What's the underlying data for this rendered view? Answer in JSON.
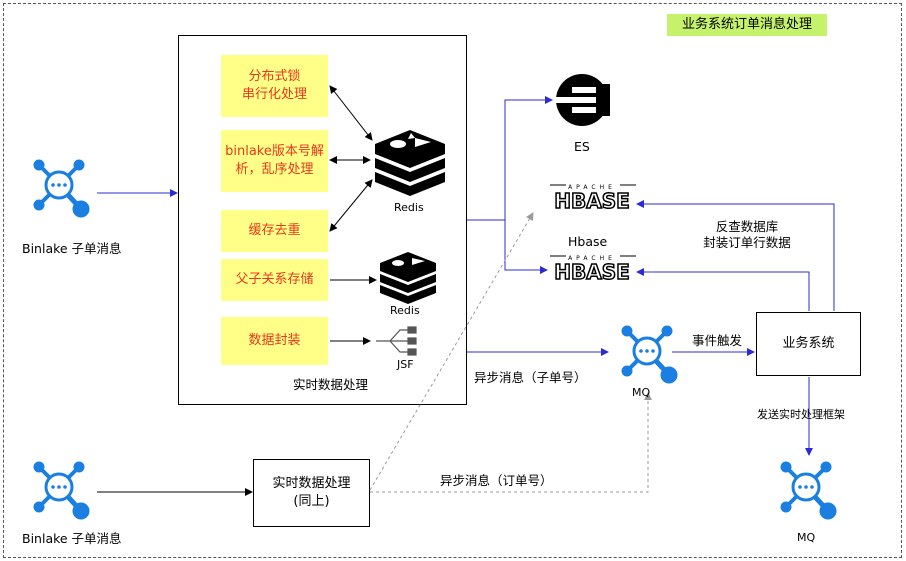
{
  "title": "业务系统订单消息处理",
  "sources": {
    "binlake_top_label": "Binlake 子单消息",
    "binlake_bottom_label": "Binlake 子单消息"
  },
  "main_box": {
    "caption": "实时数据处理",
    "steps": [
      {
        "line1": "分布式锁",
        "line2": "串行化处理"
      },
      {
        "line1": "binlake版本号解",
        "line2": "析，乱序处理"
      },
      {
        "line1": "缓存去重",
        "line2": ""
      },
      {
        "line1": "父子关系存储",
        "line2": ""
      },
      {
        "line1": "数据封装",
        "line2": ""
      }
    ],
    "redis_label_1": "Redis",
    "redis_label_2": "Redis",
    "jsf_label": "JSF"
  },
  "sinks": {
    "es_label": "ES",
    "hbase_label": "Hbase",
    "hbase_logo_text": "HBASE",
    "hbase_logo_top": "APACHE"
  },
  "mq_top_label": "MQ",
  "mq_bottom_label": "MQ",
  "business_system": "业务系统",
  "realtime_copy": {
    "line1": "实时数据处理",
    "line2": "(同上)"
  },
  "edges": {
    "async_child": "异步消息（子单号）",
    "async_order": "异步消息（订单号）",
    "event_trigger": "事件触发",
    "lookup_line1": "反查数据库",
    "lookup_line2": "封装订单行数据",
    "send_framework": "发送实时处理框架"
  },
  "colors": {
    "accent_blue": "#1a7fe0",
    "step_fill": "#ffff88",
    "step_text": "#e8381e",
    "title_fill": "#c6f26b",
    "arrow_blue": "#2b2bd6",
    "dashed_gray": "#9a9a9a"
  }
}
